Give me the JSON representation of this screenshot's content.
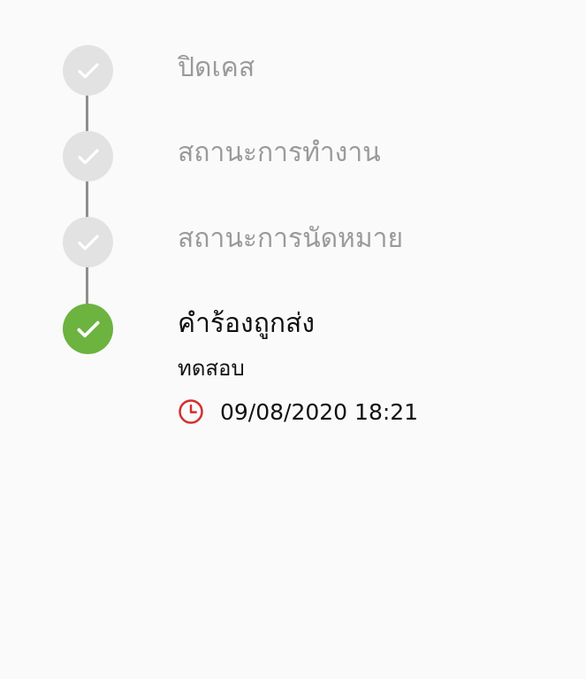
{
  "timeline": {
    "steps": [
      {
        "title": "ปิดเคส",
        "state": "done"
      },
      {
        "title": "สถานะการทำงาน",
        "state": "done"
      },
      {
        "title": "สถานะการนัดหมาย",
        "state": "done"
      },
      {
        "title": "คำร้องถูกส่ง",
        "state": "current"
      }
    ],
    "current_detail": {
      "description": "ทดสอบ",
      "timestamp": "09/08/2020 18:21"
    }
  },
  "colors": {
    "done_dot": "#e2e2e2",
    "current_dot": "#6cb33f",
    "connector": "#8e8e8e",
    "clock_icon": "#d32f2f"
  },
  "icons": {
    "step_check": "check-icon",
    "time": "clock-icon"
  }
}
